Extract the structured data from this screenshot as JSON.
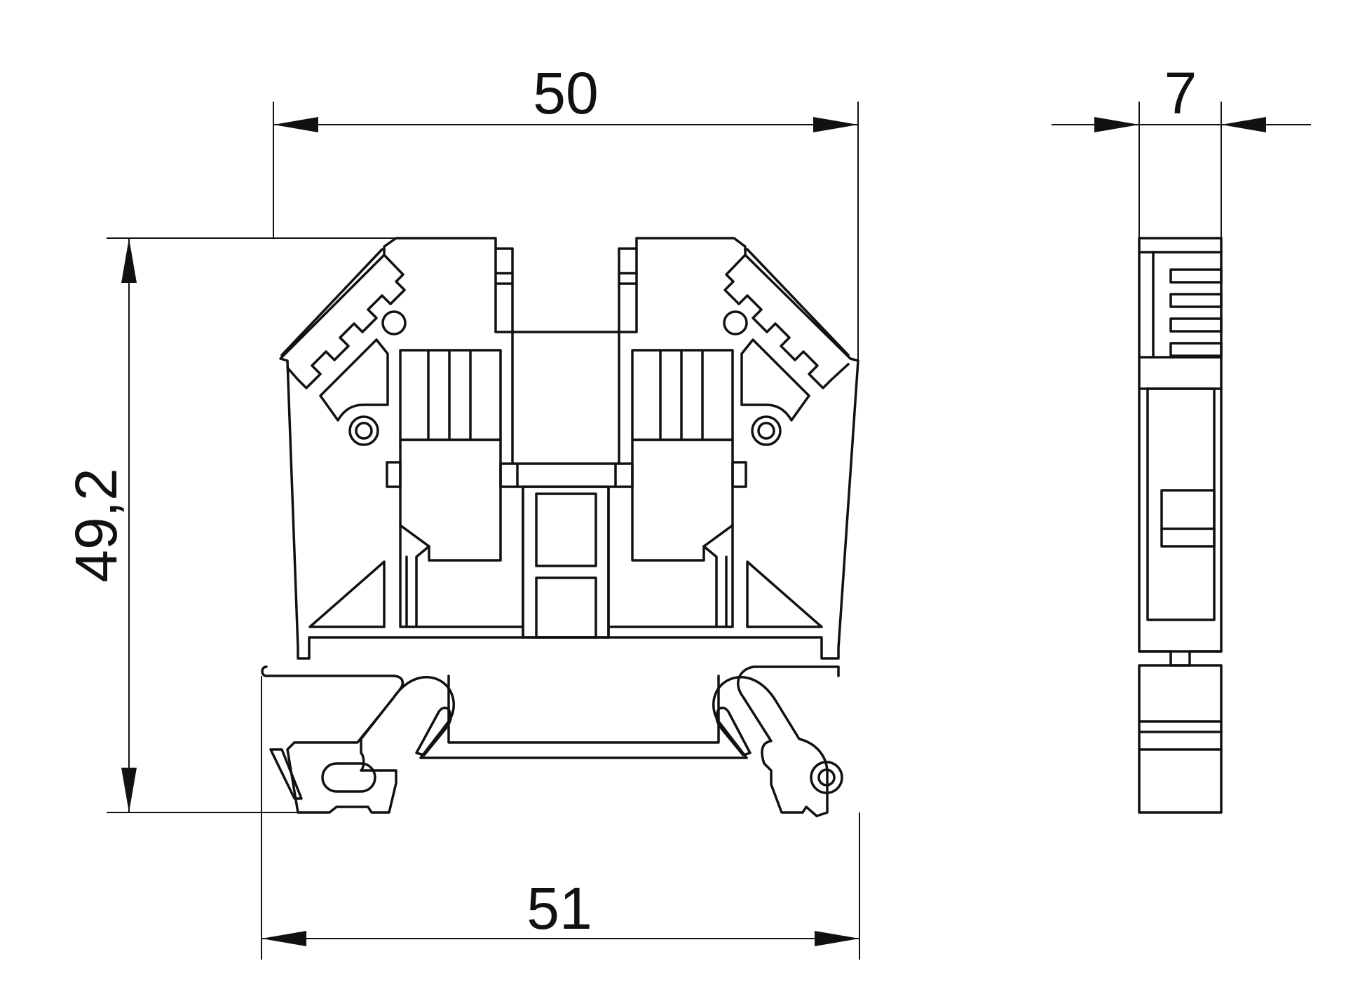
{
  "dimensions": {
    "width_top": "50",
    "width_bottom": "51",
    "height": "49,2",
    "depth": "7"
  },
  "colors": {
    "stroke": "#111111",
    "background": "#ffffff"
  }
}
